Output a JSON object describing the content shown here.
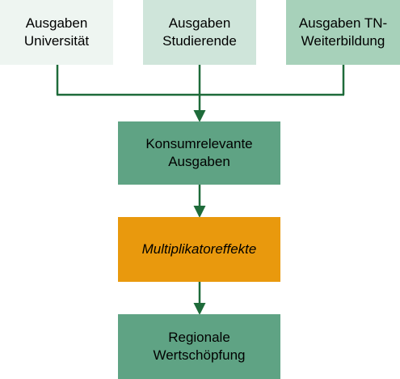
{
  "colors": {
    "top_box_1": "#EEF5F1",
    "top_box_2": "#CFE5DA",
    "top_box_3": "#A7D1BA",
    "flow_box": "#5FA384",
    "highlight_box": "#E9990D",
    "connector": "#1E6B3A"
  },
  "sources": [
    {
      "label": "Ausgaben\nUniversität"
    },
    {
      "label": "Ausgaben\nStudierende"
    },
    {
      "label": "Ausgaben TN-\nWeiterbildung"
    }
  ],
  "flow": [
    {
      "label": "Konsumrelevante\nAusgaben",
      "italic": false
    },
    {
      "label": "Multiplikatoreffekte",
      "italic": true
    },
    {
      "label": "Regionale\nWertschöpfung",
      "italic": false
    }
  ]
}
